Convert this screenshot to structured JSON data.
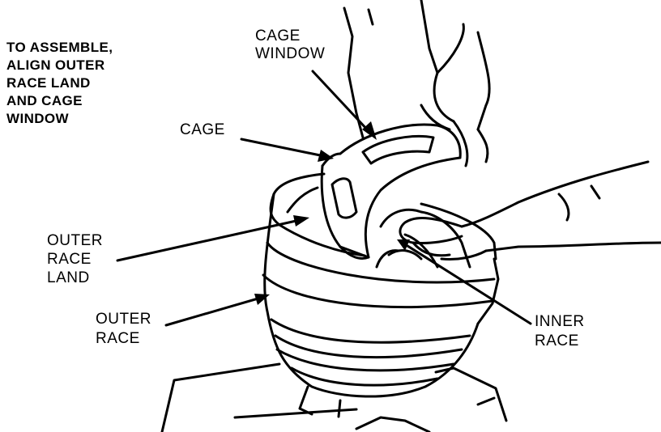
{
  "instructions": [
    "TO ASSEMBLE,",
    "ALIGN OUTER",
    "RACE LAND",
    "AND CAGE",
    "WINDOW"
  ],
  "labels": {
    "cage_window": [
      "CAGE",
      "WINDOW"
    ],
    "cage": "CAGE",
    "outer_race_land": [
      "OUTER",
      "RACE",
      "LAND"
    ],
    "outer_race": [
      "OUTER",
      "RACE"
    ],
    "inner_race": [
      "INNER",
      "RACE"
    ]
  },
  "colors": {
    "ink": "#000000",
    "paper": "#ffffff"
  }
}
